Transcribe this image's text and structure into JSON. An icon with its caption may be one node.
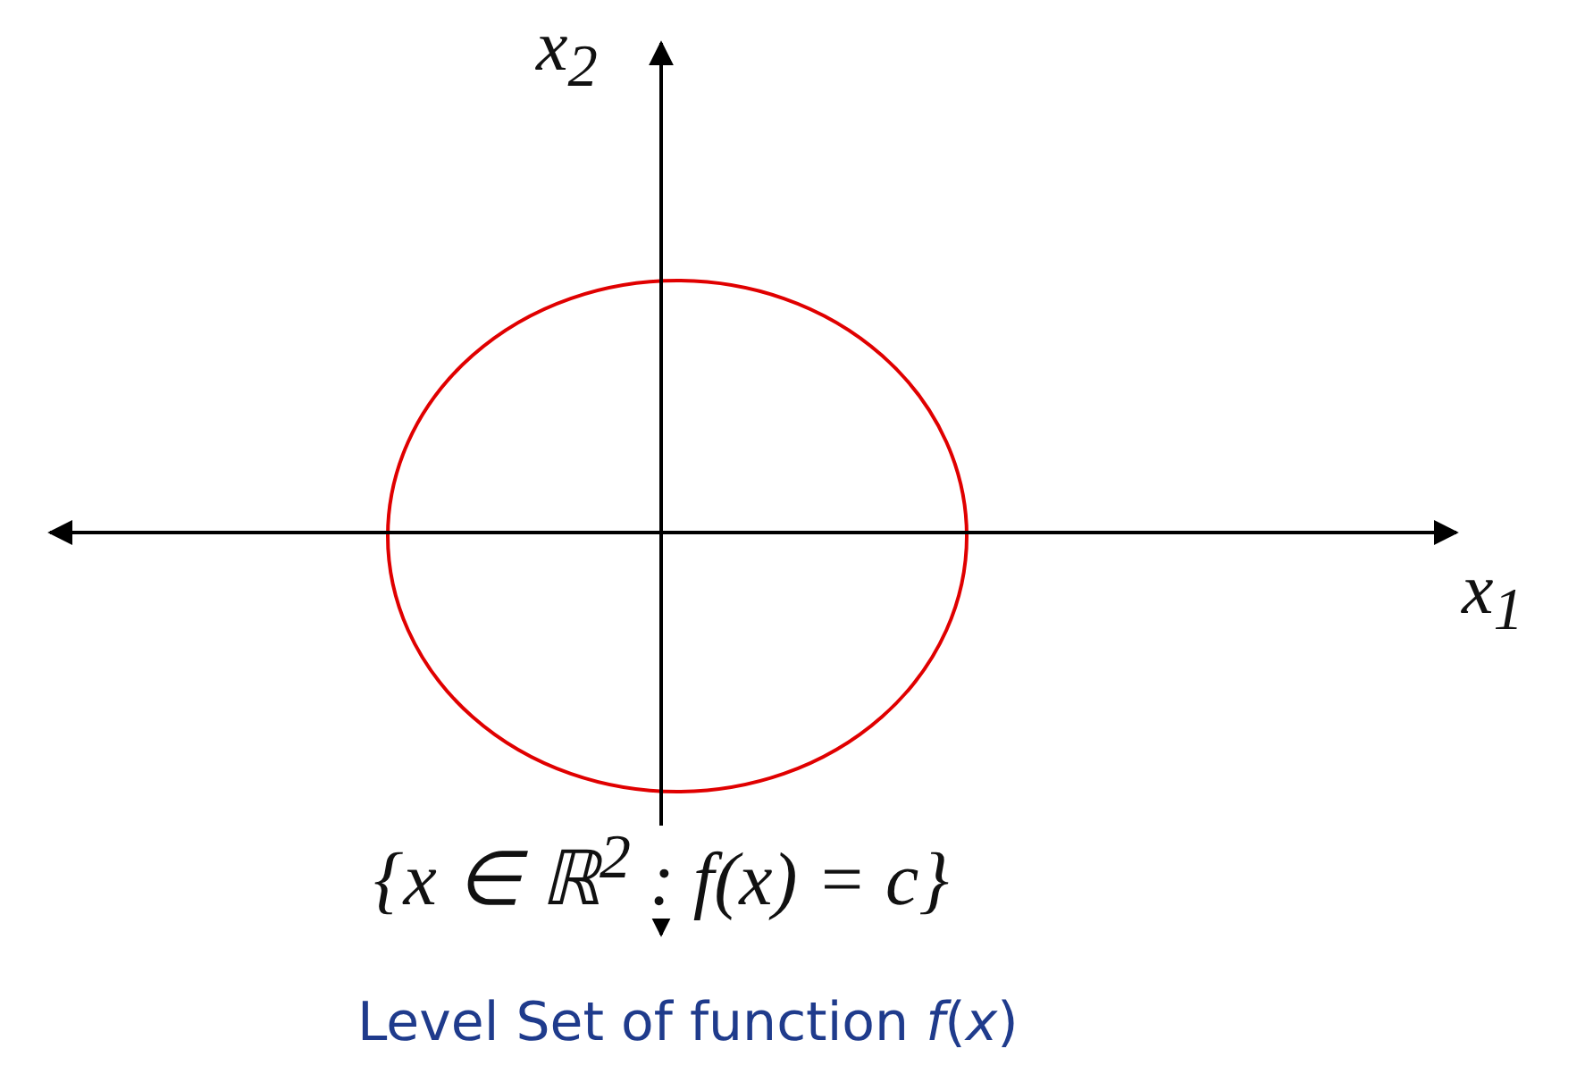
{
  "diagram": {
    "caption": "Level Set of function *f*(*x*)",
    "labels": [
      "x$_{2}$",
      "x$_{1}$",
      "{x ∈ ℝ$^{2}$ : f(x) = c}"
    ]
  }
}
